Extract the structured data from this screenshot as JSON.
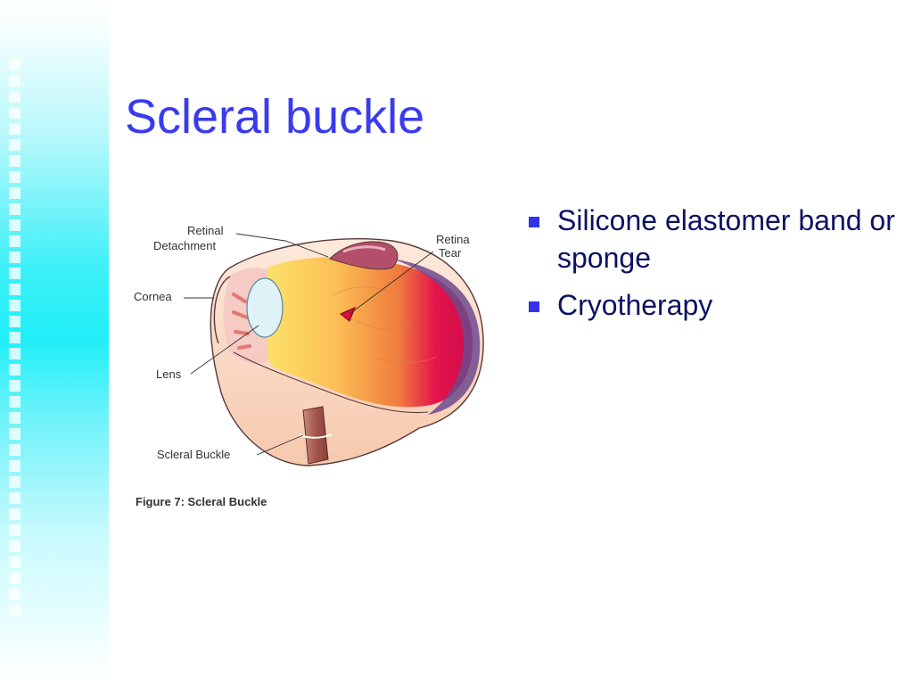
{
  "slide": {
    "title": "Scleral buckle",
    "bullets": [
      "Silicone elastomer band or sponge",
      "Cryotherapy"
    ]
  },
  "figure": {
    "labels": {
      "retinal_detachment_line1": "Retinal",
      "retinal_detachment_line2": "Detachment",
      "retina_tear_line1": "Retina",
      "retina_tear_line2": "Tear",
      "cornea": "Cornea",
      "lens": "Lens",
      "scleral_buckle": "Scleral Buckle"
    },
    "caption": "Figure 7: Scleral Buckle"
  },
  "colors": {
    "title": "#3a3bee",
    "bullet_text": "#0b1262",
    "bullet_marker": "#3334e8",
    "accent_band": "#20eff8"
  }
}
